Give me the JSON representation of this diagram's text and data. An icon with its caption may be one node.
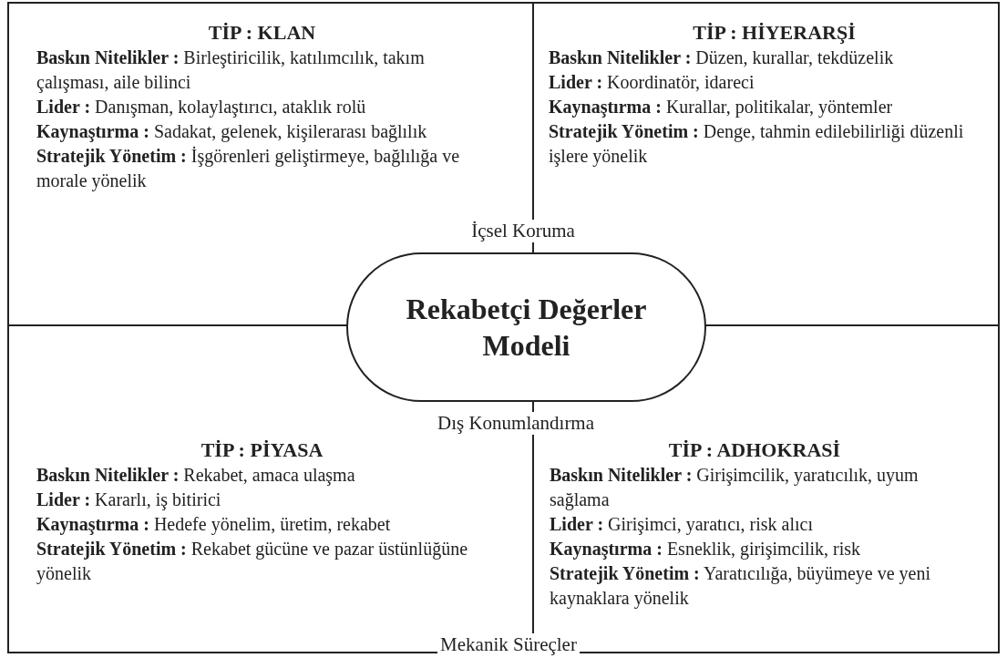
{
  "diagram": {
    "nodes": [
      {
        "text": [
          "TİP : KLAN",
          "**Baskın Nitelikler :** Birleştiricilik, katılımcılık, takım çalışması, aile bilinci",
          "**Lider :** Danışman, kolaylaştırıcı, ataklık rolü",
          "**Kaynaştırma :** Sadakat, gelenek, kişilerarası bağlılık",
          "**Stratejik Yönetim :** İşgörenleri geliştirmeye, bağlılığa ve morale yönelik"
        ]
      },
      {
        "text": [
          "TİP : HİYERARŞİ",
          "**Baskın Nitelikler :** Düzen, kurallar, tekdüzelik",
          "**Lider :** Koordinatör, idareci",
          "**Kaynaştırma :** Kurallar, politikalar, yöntemler",
          "**Stratejik Yönetim :** Denge, tahmin edilebilirliği düzenli işlere yönelik"
        ]
      },
      {
        "text": [
          "TİP : PİYASA",
          "**Baskın Nitelikler :** Rekabet, amaca ulaşma",
          "**Lider :** Kararlı, iş bitirici",
          "**Kaynaştırma :** Hedefe yönelim, üretim, rekabet",
          "**Stratejik Yönetim :** Rekabet gücüne ve pazar üstünlüğüne yönelik"
        ]
      },
      {
        "text": [
          "TİP : ADHOKRASİ",
          "**Baskın Nitelikler :** Girişimcilik, yaratıcılık, uyum sağlama",
          "**Lider :** Girişimci, yaratıcı, risk alıcı",
          "**Kaynaştırma :** Esneklik, girişimcilik, risk",
          "**Stratejik Yönetim :** Yaratıcılığa, büyümeye ve yeni kaynaklara yönelik"
        ]
      },
      {
        "text": [
          "Rekabetçi Değerler Modeli"
        ]
      }
    ],
    "labels": [
      "İçsel Koruma",
      "Dış Konumlandırma",
      "Mekanik Süreçler"
    ]
  }
}
